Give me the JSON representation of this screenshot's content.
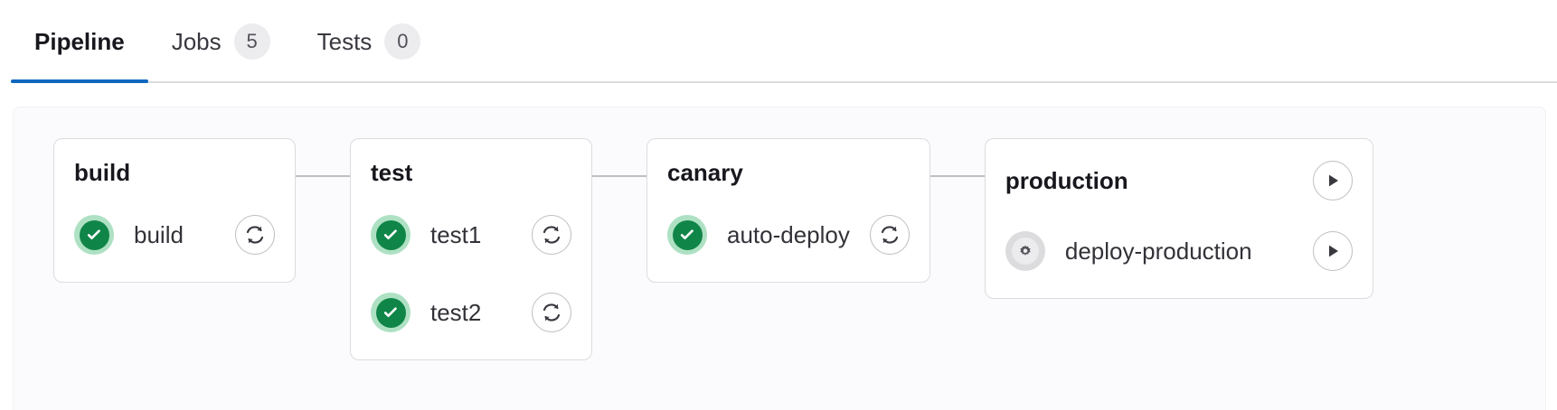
{
  "tabs": [
    {
      "label": "Pipeline",
      "badge": null,
      "active": true,
      "name": "tab-pipeline"
    },
    {
      "label": "Jobs",
      "badge": "5",
      "active": false,
      "name": "tab-jobs"
    },
    {
      "label": "Tests",
      "badge": "0",
      "active": false,
      "name": "tab-tests"
    }
  ],
  "colors": {
    "accent": "#1068bf",
    "success": "#108548",
    "success_halo": "#aee1c3",
    "manual": "#ececef",
    "manual_halo": "#dcdcde",
    "border": "#dcdcde",
    "connector": "#bfbfc3",
    "canvas_bg": "#fbfafd"
  },
  "pipeline": {
    "stages": [
      {
        "title": "build",
        "header_action": null,
        "jobs": [
          {
            "name": "build",
            "status": "success",
            "status_icon": "check-circle-icon",
            "action": "retry",
            "action_icon": "retry-icon"
          }
        ]
      },
      {
        "title": "test",
        "header_action": null,
        "jobs": [
          {
            "name": "test1",
            "status": "success",
            "status_icon": "check-circle-icon",
            "action": "retry",
            "action_icon": "retry-icon"
          },
          {
            "name": "test2",
            "status": "success",
            "status_icon": "check-circle-icon",
            "action": "retry",
            "action_icon": "retry-icon"
          }
        ]
      },
      {
        "title": "canary",
        "header_action": null,
        "jobs": [
          {
            "name": "auto-deploy",
            "status": "success",
            "status_icon": "check-circle-icon",
            "action": "retry",
            "action_icon": "retry-icon"
          }
        ]
      },
      {
        "title": "production",
        "header_action": "play",
        "header_action_icon": "play-icon",
        "jobs": [
          {
            "name": "deploy-production",
            "status": "manual",
            "status_icon": "gear-icon",
            "action": "play",
            "action_icon": "play-icon"
          }
        ]
      }
    ]
  }
}
